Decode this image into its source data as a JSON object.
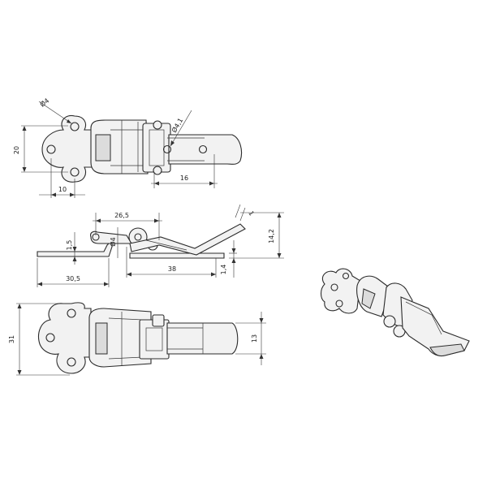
{
  "dimensions": {
    "top_hole_dia": "Ø4",
    "top_height": "20",
    "top_hole_spacing": "10",
    "top_pin_dia": "Ø4,1",
    "top_slot_length": "16",
    "side_length_26": "26,5",
    "side_pin_dia": "Ø4",
    "side_angle_thick": "1",
    "side_height": "14,2",
    "side_base_1_5": "1,5",
    "side_base_30_5": "30,5",
    "side_length_38": "38",
    "side_thick_1_4": "1,4",
    "bottom_height_31": "31",
    "bottom_width_13": "13"
  },
  "colors": {
    "line": "#2b2b2b",
    "metal": "#f2f2f2",
    "shade": "#dcdcdc"
  }
}
